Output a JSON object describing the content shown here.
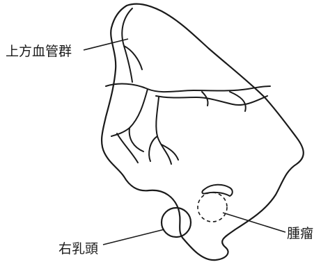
{
  "labels": {
    "upper_vessels": "上方血管群",
    "tumor": "腫瘤",
    "right_nipple": "右乳頭"
  }
}
